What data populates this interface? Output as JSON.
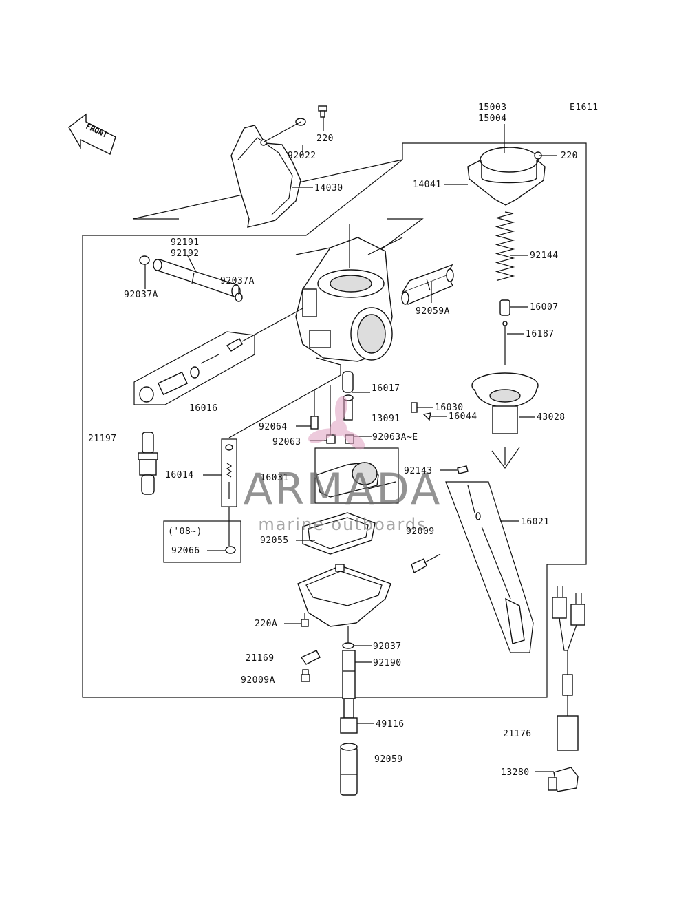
{
  "diagram_code": "E1611",
  "front_label": "FRONT",
  "watermark": {
    "brand": "ARMADA",
    "tagline": "marine outboards",
    "logo_color": "#e0a0c0"
  },
  "parts": [
    {
      "id": "p15003",
      "number": "15003"
    },
    {
      "id": "p15004",
      "number": "15004"
    },
    {
      "id": "p220a",
      "number": "220"
    },
    {
      "id": "p220b",
      "number": "220"
    },
    {
      "id": "p92022",
      "number": "92022"
    },
    {
      "id": "p14030",
      "number": "14030"
    },
    {
      "id": "p14041",
      "number": "14041"
    },
    {
      "id": "p92144",
      "number": "92144"
    },
    {
      "id": "p16007",
      "number": "16007"
    },
    {
      "id": "p16187",
      "number": "16187"
    },
    {
      "id": "p92191",
      "number": "92191"
    },
    {
      "id": "p92192",
      "number": "92192"
    },
    {
      "id": "p92037A1",
      "number": "92037A"
    },
    {
      "id": "p92037A2",
      "number": "92037A"
    },
    {
      "id": "p92059A",
      "number": "92059A"
    },
    {
      "id": "p16016",
      "number": "16016"
    },
    {
      "id": "p16017",
      "number": "16017"
    },
    {
      "id": "p16030",
      "number": "16030"
    },
    {
      "id": "p16044",
      "number": "16044"
    },
    {
      "id": "p13091",
      "number": "13091"
    },
    {
      "id": "p43028",
      "number": "43028"
    },
    {
      "id": "p21197",
      "number": "21197"
    },
    {
      "id": "p92064",
      "number": "92064"
    },
    {
      "id": "p92063",
      "number": "92063"
    },
    {
      "id": "p92063AE",
      "number": "92063A~E"
    },
    {
      "id": "p16014",
      "number": "16014"
    },
    {
      "id": "p16031",
      "number": "16031"
    },
    {
      "id": "p92143",
      "number": "92143"
    },
    {
      "id": "p16021",
      "number": "16021"
    },
    {
      "id": "p92009",
      "number": "92009"
    },
    {
      "id": "p08",
      "number": "('08~)"
    },
    {
      "id": "p92055",
      "number": "92055"
    },
    {
      "id": "p92066",
      "number": "92066"
    },
    {
      "id": "p220A",
      "number": "220A"
    },
    {
      "id": "p92037",
      "number": "92037"
    },
    {
      "id": "p21169",
      "number": "21169"
    },
    {
      "id": "p92190",
      "number": "92190"
    },
    {
      "id": "p92009A",
      "number": "92009A"
    },
    {
      "id": "p49116",
      "number": "49116"
    },
    {
      "id": "p21176",
      "number": "21176"
    },
    {
      "id": "p92059",
      "number": "92059"
    },
    {
      "id": "p13280",
      "number": "13280"
    }
  ]
}
